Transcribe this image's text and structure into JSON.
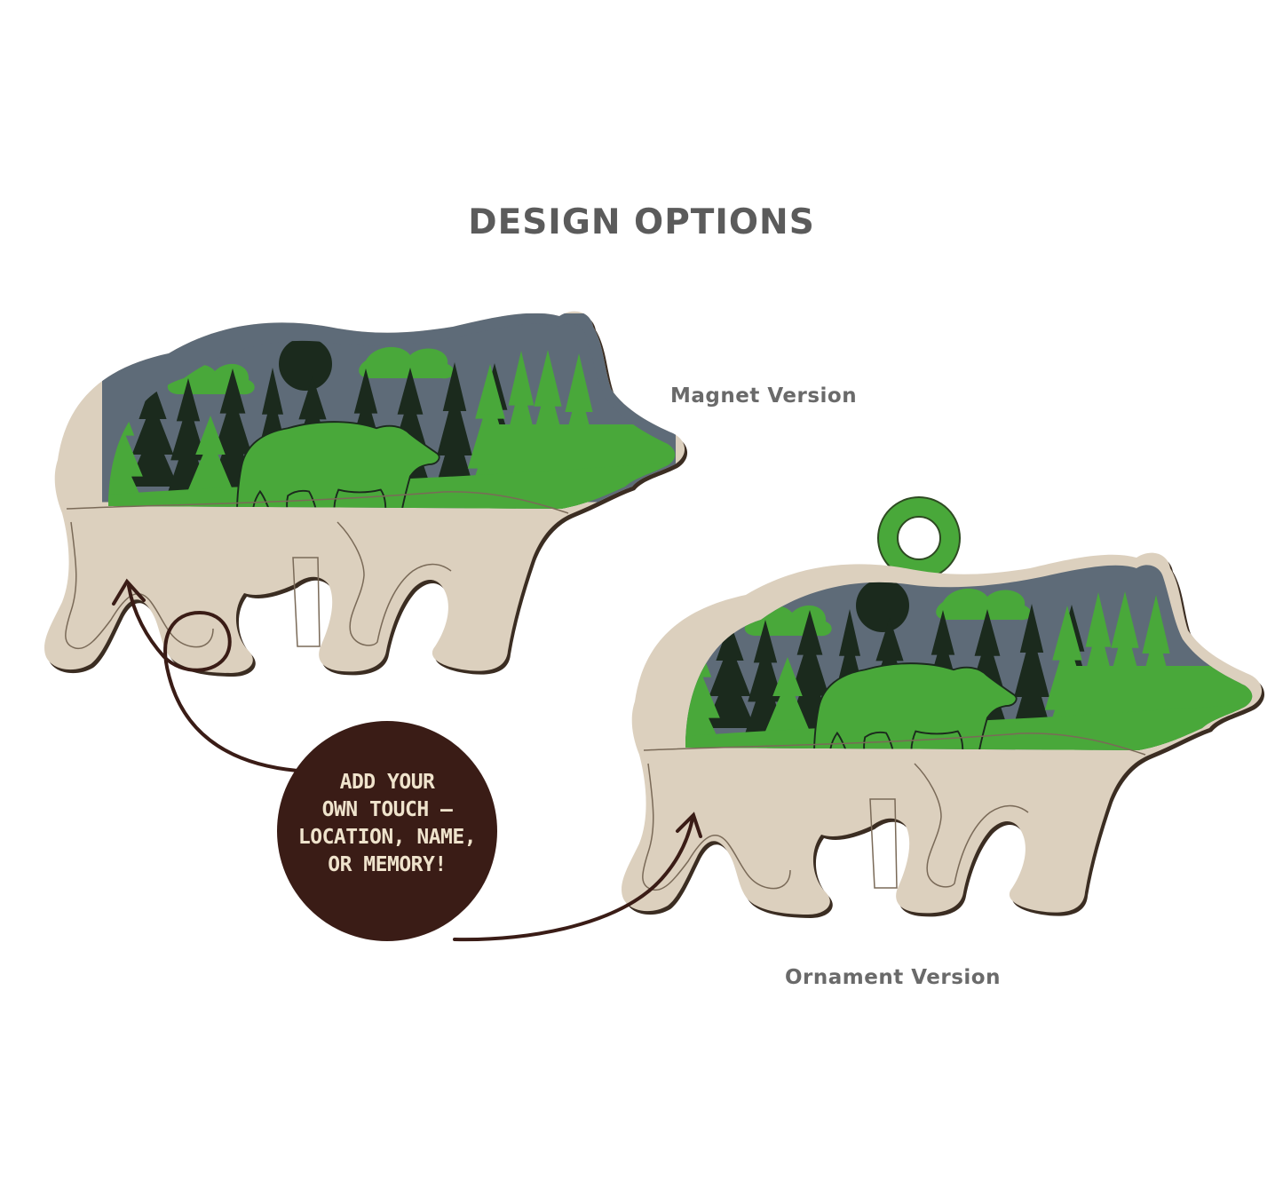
{
  "heading": "DESIGN OPTIONS",
  "labels": {
    "magnet": "Magnet Version",
    "ornament": "Ornament Version"
  },
  "badge": {
    "lines": [
      "ADD YOUR",
      "OWN TOUCH –",
      "LOCATION, NAME,",
      "OR MEMORY!"
    ]
  },
  "colors": {
    "text_gray": "#5b5b5b",
    "wood": "#dcd0be",
    "green": "#49a83a",
    "dark_tree": "#1b2a1d",
    "sky": "#5e6b78",
    "badge": "#3a1c16",
    "badge_text": "#efe3cc"
  }
}
